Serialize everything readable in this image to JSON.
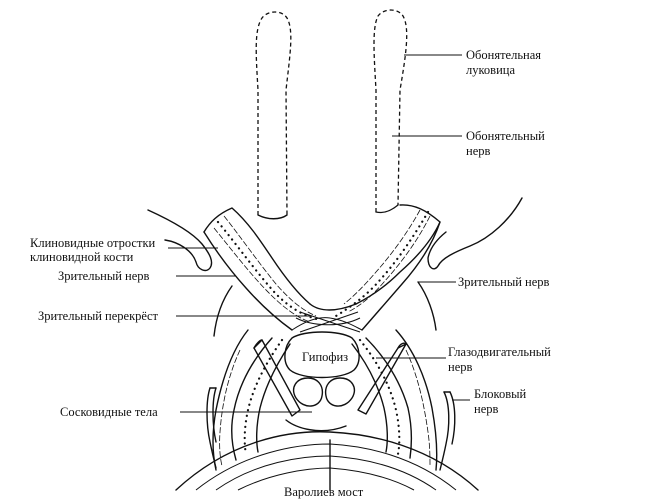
{
  "labels": {
    "olfactory_bulb_line1": "Обонятельная",
    "olfactory_bulb_line2": "луковица",
    "olfactory_nerve_line1": "Обонятельный",
    "olfactory_nerve_line2": "нерв",
    "clinoid_line1": "Клиновидные отростки",
    "clinoid_line2": "клиновидной кости",
    "optic_nerve_left": "Зрительный нерв",
    "optic_nerve_right": "Зрительный нерв",
    "optic_chiasm": "Зрительный перекрёст",
    "pituitary": "Гипофиз",
    "oculomotor_line1": "Глазодвигательный",
    "oculomotor_line2": "нерв",
    "mammillary": "Сосковидные тела",
    "trochlear_line1": "Блоковый",
    "trochlear_line2": "нерв",
    "pons": "Варолиев мост"
  }
}
